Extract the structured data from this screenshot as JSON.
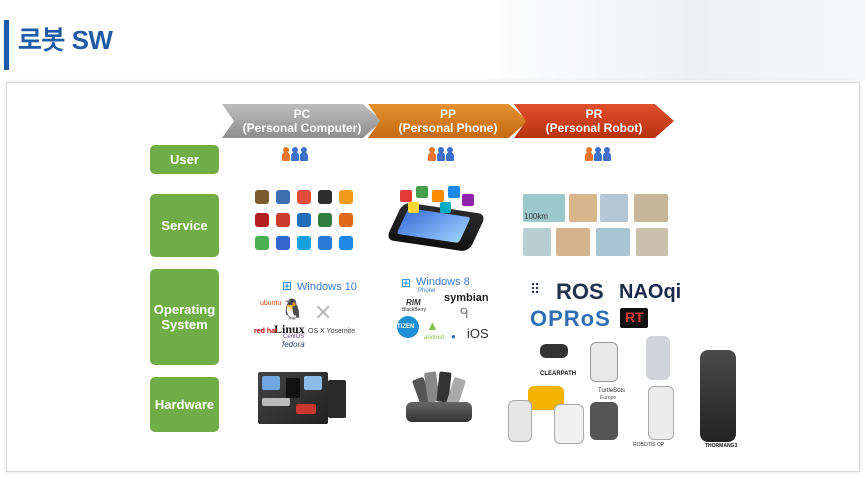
{
  "page": {
    "title": "로봇 SW",
    "accent_color": "#1f5aa6"
  },
  "columns": [
    {
      "abbr": "PC",
      "full": "(Personal Computer)",
      "color": "#9e9e9e"
    },
    {
      "abbr": "PP",
      "full": "(Personal Phone)",
      "color": "#d47a1e"
    },
    {
      "abbr": "PR",
      "full": "(Personal Robot)",
      "color": "#c9411c"
    }
  ],
  "rows": [
    {
      "label": "User"
    },
    {
      "label": "Service"
    },
    {
      "label": "Operating\nSystem"
    },
    {
      "label": "Hardware"
    }
  ],
  "row_label_color": "#70ad47",
  "os_logos": {
    "pc": {
      "windows": "Windows 10",
      "linux": "Linux",
      "osx": "OS X Yosemite",
      "ubuntu": "ubuntu",
      "redhat": "red hat",
      "centos": "CentOS",
      "fedora": "fedora"
    },
    "pp": {
      "windows": "Windows 8",
      "windows_sub": "Phone",
      "rim": "RIM",
      "blackberry": "BlackBerry",
      "symbian": "symbian",
      "tizen": "TIZEN",
      "android": "android",
      "ios": "iOS"
    },
    "pr": {
      "ros": "ROS",
      "nao": "NAOqi",
      "opros": "OPRoS",
      "rt": "RT"
    }
  },
  "service_pr_label": "100km",
  "hardware_pr_labels": {
    "clearpath": "CLEARPATH",
    "turtlebot": "TurtleBots",
    "turtlebot_sub": "Europe",
    "robotis": "ROBOTIS OP",
    "thormang": "THORMANG3"
  }
}
